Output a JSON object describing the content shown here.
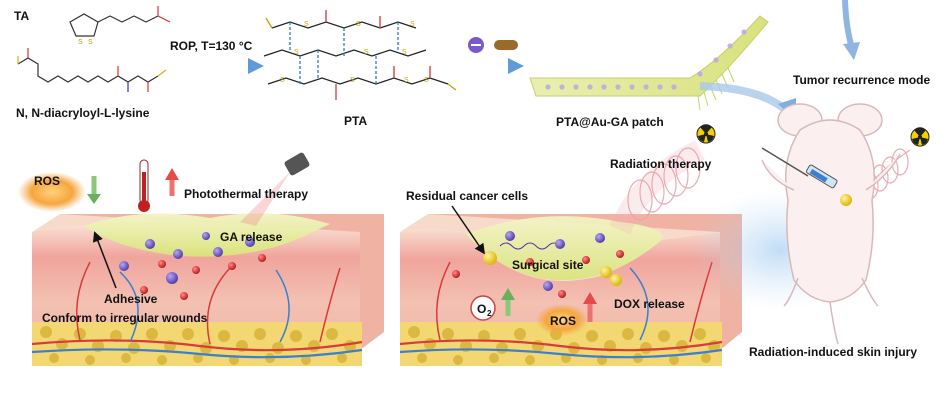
{
  "labels": {
    "ta": "TA",
    "lysine": "N, N-diacryloyl-L-lysine",
    "rop": "ROP, T=130 °C",
    "pta": "PTA",
    "patch": "PTA@Au-GA patch",
    "tumor_recurrence": "Tumor recurrence mode",
    "radiation_therapy": "Radiation therapy",
    "radiation_injury": "Radiation-induced skin injury",
    "ros_left": "ROS",
    "photothermal": "Photothermal therapy",
    "ga_release": "GA release",
    "adhesive": "Adhesive",
    "conform": "Conform to irregular wounds",
    "residual": "Residual cancer cells",
    "surgical": "Surgical site",
    "o2": "O",
    "o2_sub": "2",
    "ros_right": "ROS",
    "dox_release": "DOX release"
  },
  "colors": {
    "skin_top": "#f6d3c4",
    "skin_pink": "#ee9a95",
    "skin_mid": "#f2b6ab",
    "fat": "#e8c95a",
    "hydrogel": "#e6ef9a",
    "vessel_red": "#d93a3a",
    "vessel_blue": "#3a7fd0",
    "particle_purple": "#6b57c8",
    "particle_red": "#d42a2a",
    "arrow_blue": "#7aaee0",
    "radiation_yellow": "#f5d000"
  }
}
